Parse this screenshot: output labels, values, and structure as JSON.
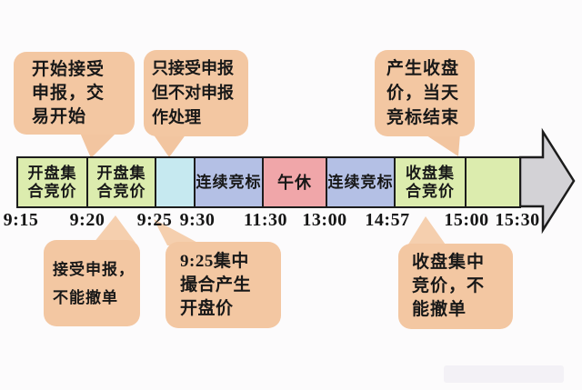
{
  "timeline": {
    "segments": [
      {
        "lines": [
          "开盘集",
          "合竞价"
        ],
        "color": "#dcecae",
        "time_range": "9:15-9:20"
      },
      {
        "lines": [
          "开盘集",
          "合竞价"
        ],
        "color": "#dcecae",
        "time_range": "9:20-9:25"
      },
      {
        "lines": [],
        "color": "#c6e9f0",
        "time_range": "9:25-9:30"
      },
      {
        "lines": [
          "连续竞标"
        ],
        "color": "#b4c0e5",
        "time_range": "9:30-11:30"
      },
      {
        "lines": [
          "午休"
        ],
        "color": "#f0a6a9",
        "time_range": "11:30-13:00"
      },
      {
        "lines": [
          "连续竞标"
        ],
        "color": "#b4c0e5",
        "time_range": "13:00-14:57"
      },
      {
        "lines": [
          "收盘集",
          "合竞价"
        ],
        "color": "#dcecae",
        "time_range": "14:57-15:00"
      },
      {
        "lines": [],
        "color": "#dcecae",
        "time_range": "15:00-15:30"
      }
    ],
    "times": [
      "9:15",
      "9:20",
      "9:25",
      "9:30",
      "11:30",
      "13:00",
      "14:57",
      "15:00",
      "15:30"
    ],
    "arrow": {
      "direction": "right",
      "color": "#d3d2d6"
    }
  },
  "callouts": {
    "top": [
      {
        "lines": [
          "开始接受",
          "申报，交",
          "易开始"
        ]
      },
      {
        "lines": [
          "只接受申报",
          "但不对申报",
          "作处理"
        ]
      },
      {
        "lines": [
          "产生收盘",
          "价，当天",
          "竞标结束"
        ]
      }
    ],
    "bottom": [
      {
        "lines": [
          "接受申报，",
          "不能撤单"
        ]
      },
      {
        "lines": [
          "9:25集中",
          "撮合产生",
          "开盘价"
        ]
      },
      {
        "lines": [
          "收盘集中",
          "竞价，不",
          "能撤单"
        ]
      }
    ]
  },
  "colors": {
    "background": "#fcfbfc",
    "outline": "#1c1c1c",
    "segment_green": "#dcecae",
    "segment_cyan": "#c6e9f0",
    "segment_blue": "#b4c0e5",
    "segment_pink": "#f0a6a9",
    "arrow_gray": "#d3d2d6",
    "bubble_peach": "#f3c7a2",
    "bubble_tail_light": "#f5cfae"
  }
}
